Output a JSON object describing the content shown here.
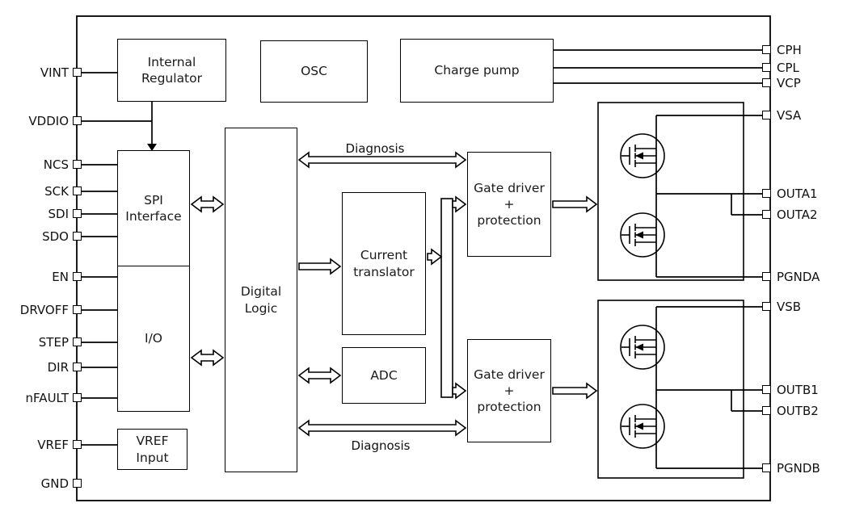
{
  "pins": {
    "left": [
      "VINT",
      "VDDIO",
      "NCS",
      "SCK",
      "SDI",
      "SDO",
      "EN",
      "DRVOFF",
      "STEP",
      "DIR",
      "nFAULT",
      "VREF",
      "GND"
    ],
    "right": [
      "CPH",
      "CPL",
      "VCP",
      "VSA",
      "OUTA1",
      "OUTA2",
      "PGNDA",
      "VSB",
      "OUTB1",
      "OUTB2",
      "PGNDB"
    ]
  },
  "blocks": {
    "internal_regulator": "Internal\nRegulator",
    "osc": "OSC",
    "charge_pump": "Charge pump",
    "spi_interface": "SPI\nInterface",
    "io": "I/O",
    "digital_logic": "Digital\nLogic",
    "current_translator": "Current\ntranslator",
    "adc": "ADC",
    "gate_driver_a": "Gate driver\n+\nprotection",
    "gate_driver_b": "Gate driver\n+\nprotection",
    "vref_input": "VREF\nInput"
  },
  "labels": {
    "diagnosis_top": "Diagnosis",
    "diagnosis_bottom": "Diagnosis"
  },
  "colors": {
    "line": "#000000",
    "background": "#ffffff"
  }
}
